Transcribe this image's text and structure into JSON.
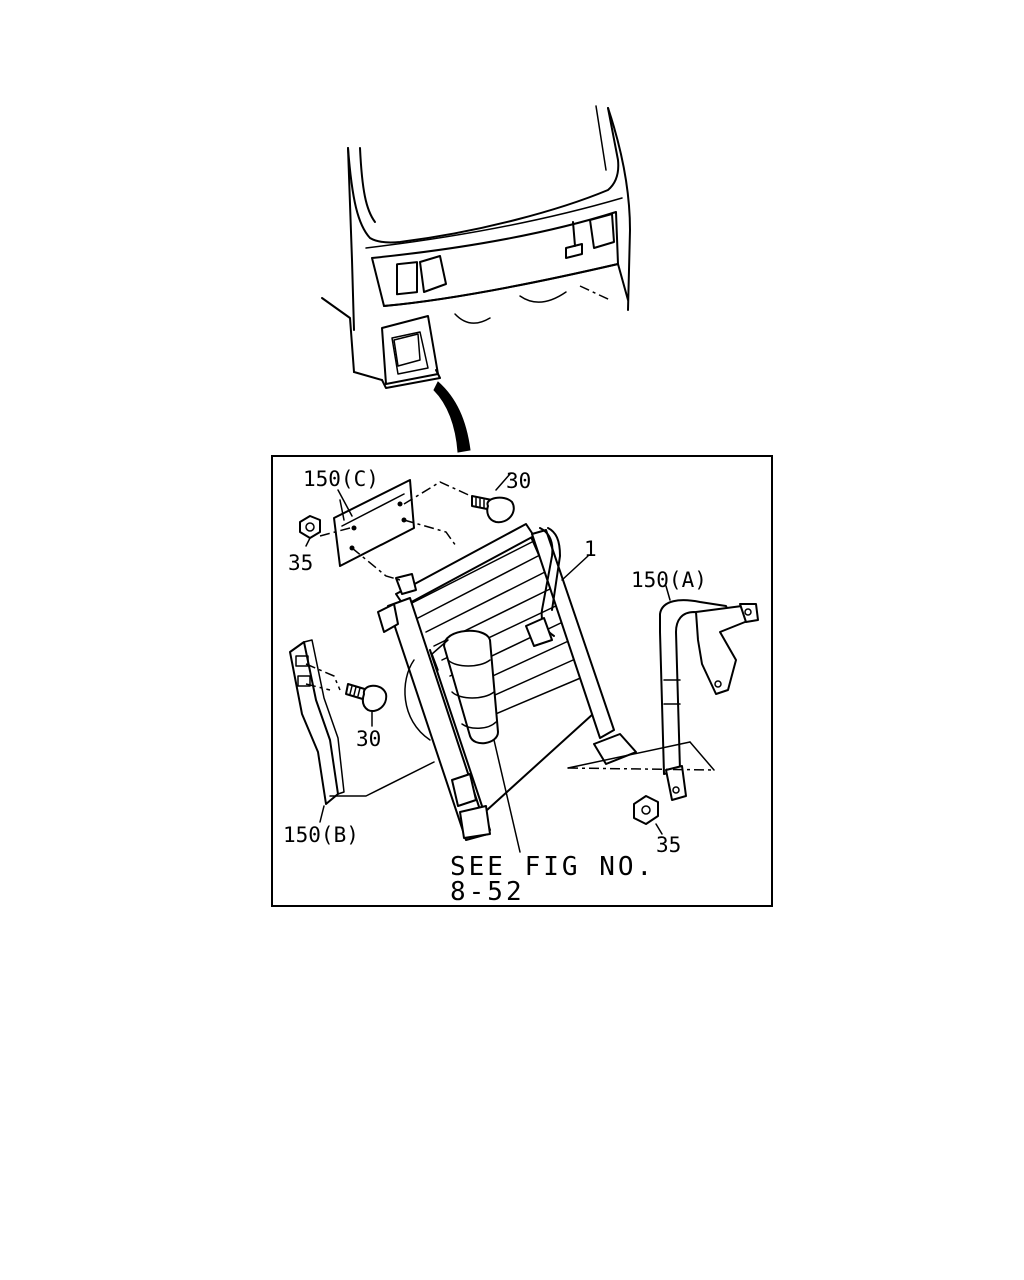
{
  "callouts": {
    "bracket_c": "150(C)",
    "bolt_top": "30",
    "nut_top": "35",
    "condenser": "1",
    "bracket_a": "150(A)",
    "bolt_left": "30",
    "bracket_b": "150(B)",
    "nut_right": "35"
  },
  "reference": {
    "line1": "SEE FIG NO.",
    "line2": "8-52"
  }
}
